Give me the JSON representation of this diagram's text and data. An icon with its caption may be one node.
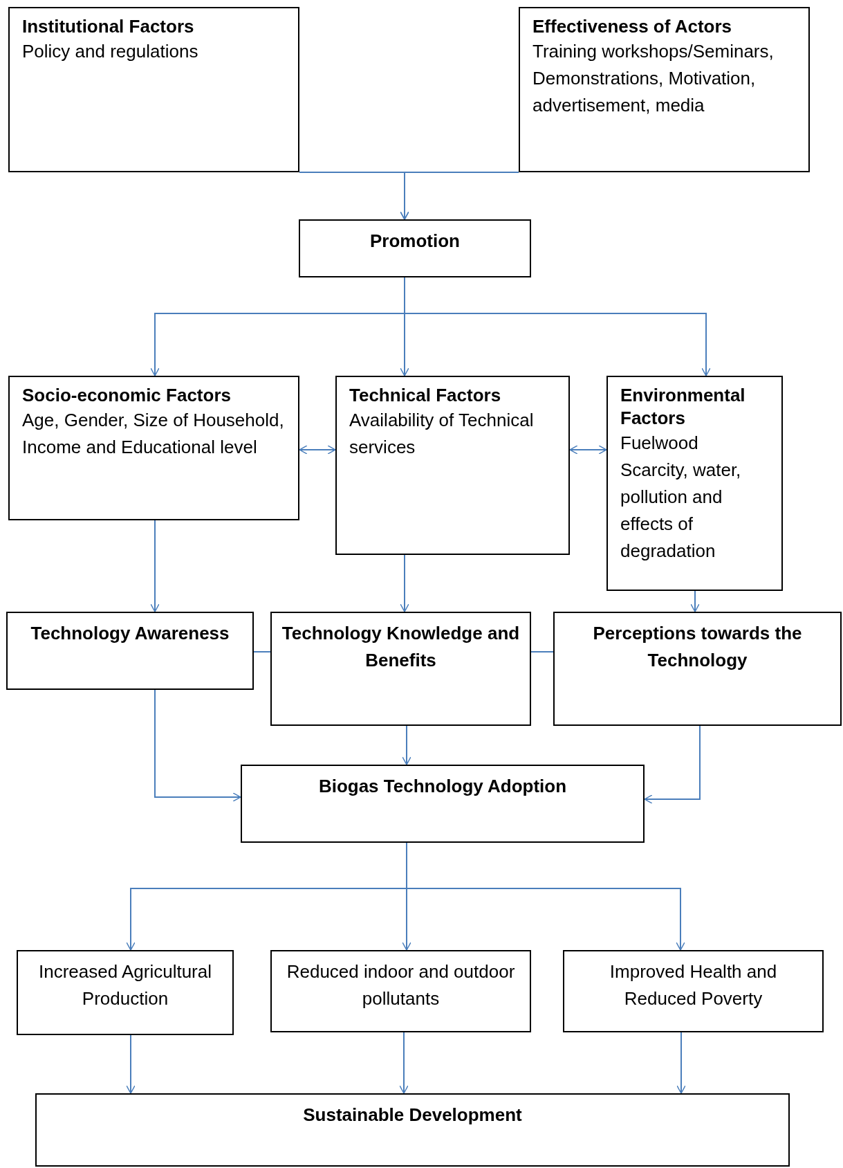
{
  "diagram": {
    "nodes": [
      {
        "text": [
          "Institutional Factors",
          "Policy and regulations"
        ]
      },
      {
        "text": [
          "Effectiveness of Actors",
          "Training workshops/Seminars, Demonstrations, Motivation, advertisement, media"
        ]
      },
      {
        "text": [
          "Promotion"
        ]
      },
      {
        "text": [
          "Socio-economic Factors",
          "Age, Gender, Size of Household, Income and Educational level"
        ]
      },
      {
        "text": [
          "Technical Factors",
          "Availability of Technical services"
        ]
      },
      {
        "text": [
          "Environmental Factors",
          "Fuelwood Scarcity, water, pollution and effects of degradation"
        ]
      },
      {
        "text": [
          "Technology Awareness"
        ]
      },
      {
        "text": [
          "Technology Knowledge and Benefits"
        ]
      },
      {
        "text": [
          "Perceptions towards the Technology"
        ]
      },
      {
        "text": [
          "Biogas Technology Adoption"
        ]
      },
      {
        "text": [
          "Increased Agricultural Production"
        ]
      },
      {
        "text": [
          "Reduced indoor and outdoor pollutants"
        ]
      },
      {
        "text": [
          "Improved Health and Reduced Poverty"
        ]
      },
      {
        "text": [
          "Sustainable Development"
        ]
      }
    ],
    "edges": [
      {
        "from": 0,
        "to": 2,
        "arrow": "to"
      },
      {
        "from": 1,
        "to": 2,
        "arrow": "to"
      },
      {
        "from": 2,
        "to": 3,
        "arrow": "to"
      },
      {
        "from": 2,
        "to": 4,
        "arrow": "to"
      },
      {
        "from": 2,
        "to": 5,
        "arrow": "to"
      },
      {
        "from": 3,
        "to": 4,
        "arrow": "both"
      },
      {
        "from": 4,
        "to": 5,
        "arrow": "both"
      },
      {
        "from": 3,
        "to": 6,
        "arrow": "to"
      },
      {
        "from": 4,
        "to": 7,
        "arrow": "to"
      },
      {
        "from": 5,
        "to": 8,
        "arrow": "to"
      },
      {
        "from": 6,
        "to": 7,
        "arrow": "none"
      },
      {
        "from": 7,
        "to": 8,
        "arrow": "none"
      },
      {
        "from": 6,
        "to": 9,
        "arrow": "to"
      },
      {
        "from": 7,
        "to": 9,
        "arrow": "to"
      },
      {
        "from": 8,
        "to": 9,
        "arrow": "to"
      },
      {
        "from": 9,
        "to": 10,
        "arrow": "to"
      },
      {
        "from": 9,
        "to": 11,
        "arrow": "to"
      },
      {
        "from": 9,
        "to": 12,
        "arrow": "to"
      },
      {
        "from": 10,
        "to": 13,
        "arrow": "to"
      },
      {
        "from": 11,
        "to": 13,
        "arrow": "to"
      },
      {
        "from": 12,
        "to": 13,
        "arrow": "to"
      }
    ]
  }
}
